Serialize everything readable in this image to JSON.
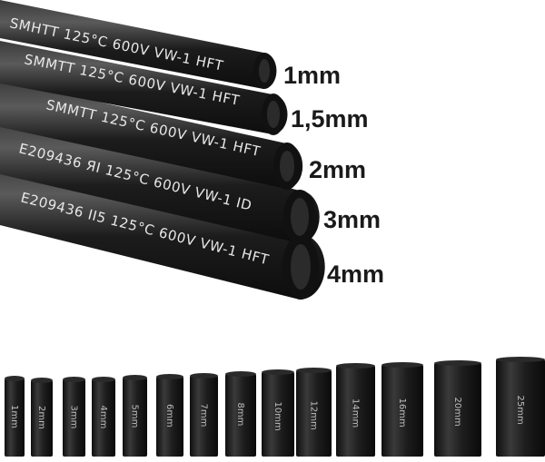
{
  "tubes": [
    {
      "print": "SMHTT 125°C 600V VW-1 HFT",
      "size": "1mm"
    },
    {
      "print": "SMMTT 125°C 600V VW-1 HFT",
      "size": "1,5mm"
    },
    {
      "print": "SMMTT 125°C 600V VW-1 HFT",
      "size": "2mm"
    },
    {
      "print": "E209436 ЯI 125°C 600V VW-1 ID",
      "size": "3mm"
    },
    {
      "print": "E209436 II5 125°C 600V VW-1 HFT",
      "size": "4mm"
    }
  ],
  "segments": [
    "1mm",
    "2mm",
    "3mm",
    "4mm",
    "5mm",
    "6mm",
    "7mm",
    "8mm",
    "10mm",
    "12mm",
    "14mm",
    "16mm",
    "20mm",
    "25mm"
  ],
  "colors": {
    "tube": "#1b1b1b",
    "tube_highlight": "#4a4a4a",
    "label": "#1a1a1a"
  }
}
